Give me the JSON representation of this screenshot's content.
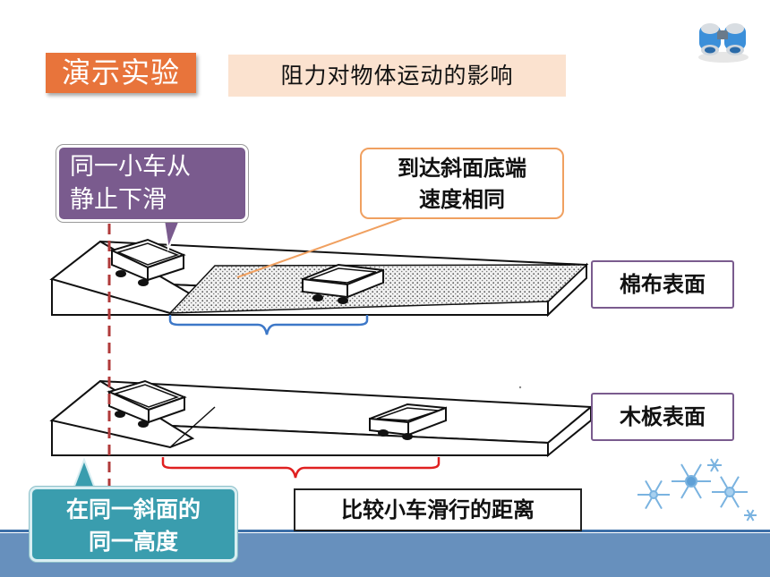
{
  "header": {
    "demo_tag": "演示实验",
    "title": "阻力对物体运动的影响"
  },
  "callouts": {
    "same_car": [
      "同一小车从",
      "静止下滑"
    ],
    "same_speed": [
      "到达斜面底端",
      "速度相同"
    ],
    "same_height": [
      "在同一斜面的",
      "同一高度"
    ]
  },
  "surfaces": {
    "cotton": "棉布表面",
    "wood": "木板表面"
  },
  "compare_label": "比较小车滑行的距离",
  "icons": [
    "binoculars-icon",
    "snowflake-decoration"
  ],
  "colors": {
    "demo_tag": "#e8743b",
    "title_bg": "#fbe2cf",
    "purple_callout": "#7a5b8e",
    "teal_callout": "#3a9dae",
    "bottom_band": "#6790bd",
    "dashed_line": "#b03a3a",
    "blue_brace": "#3d78c8",
    "red_brace": "#e02020"
  }
}
